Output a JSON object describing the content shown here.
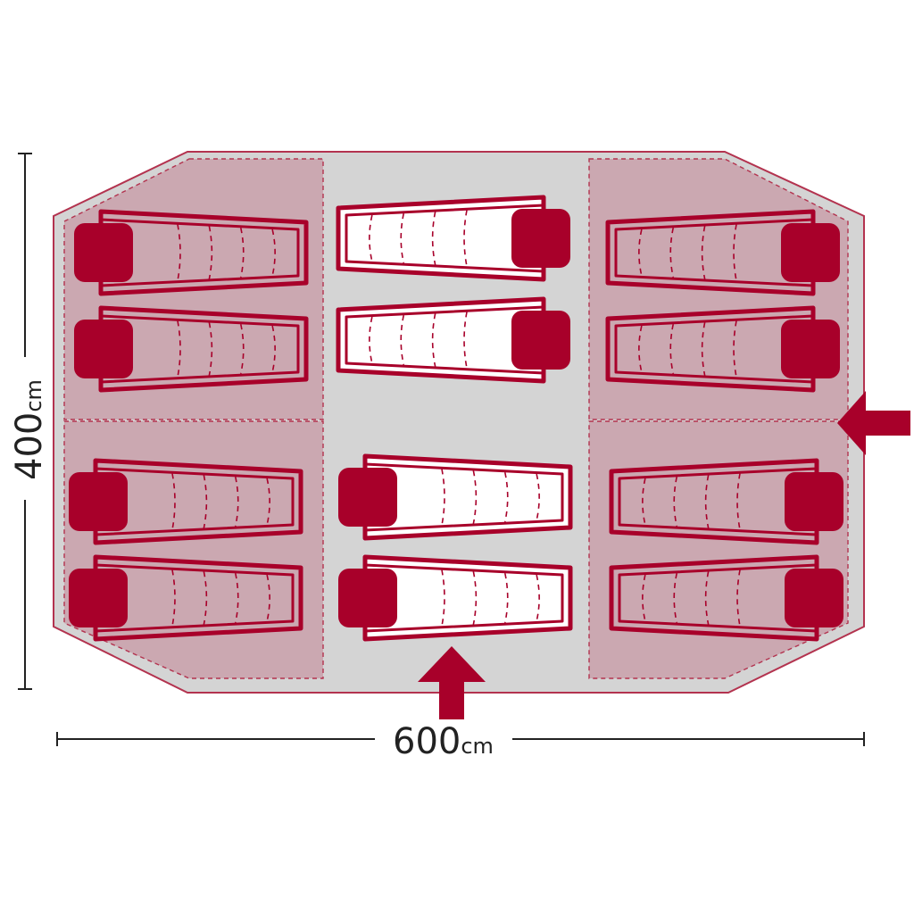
{
  "dimensions": {
    "width": {
      "value": "600",
      "unit": "cm"
    },
    "height": {
      "value": "400",
      "unit": "cm"
    }
  },
  "colors": {
    "accent": "#a8002a",
    "floor": "#d4d4d4",
    "bedroom_fill": "#cba8b1",
    "outline": "#b3334f",
    "dimension_line": "#222222",
    "sleeping_bag_fill": "#ffffff"
  },
  "icons": {
    "sleeping_bag": "sleeping-bag-icon",
    "entrance_arrow": "entrance-arrow-icon"
  },
  "layout": {
    "bedrooms": 4,
    "sleeping_bags": 12,
    "entrances": 2
  }
}
